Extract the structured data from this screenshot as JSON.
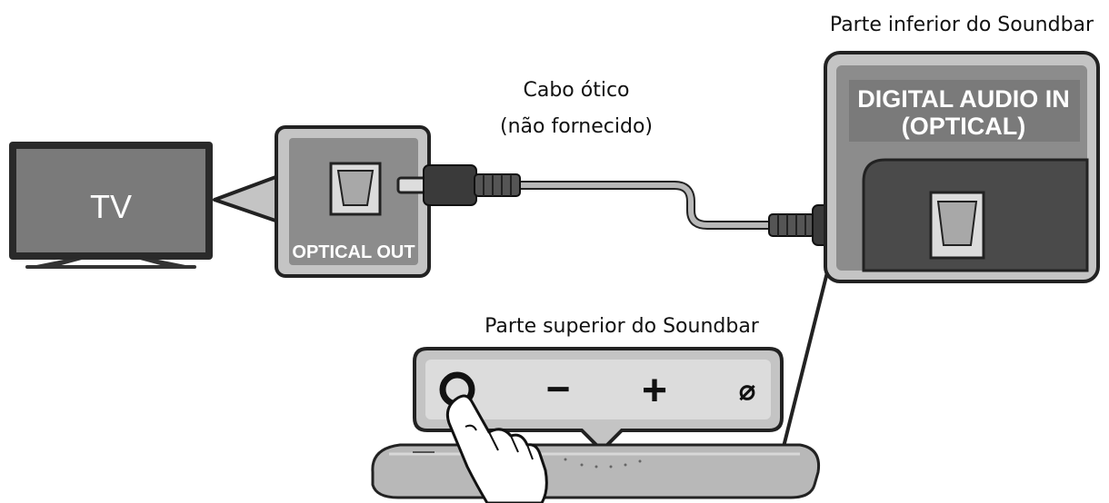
{
  "labels": {
    "tv": "TV",
    "optical_out": "OPTICAL OUT",
    "cable_line1": "Cabo ótico",
    "cable_line2": "(não fornecido)",
    "bottom_title": "Parte inferior do Soundbar",
    "digital_in_line1": "DIGITAL AUDIO IN",
    "digital_in_line2": "(OPTICAL)",
    "top_title": "Parte superior do Soundbar"
  },
  "top_panel": {
    "button_icons": [
      "power-icon",
      "volume-down-icon",
      "volume-up-icon",
      "source-icon"
    ],
    "minus_glyph": "−",
    "plus_glyph": "+",
    "source_glyph": "⌀"
  },
  "colors": {
    "panel_gray": "#8c8c8c",
    "panel_light": "#c4c4c4",
    "tv_screen": "#7a7a7a",
    "cable": "#b8b8b8",
    "outline": "#222222"
  }
}
